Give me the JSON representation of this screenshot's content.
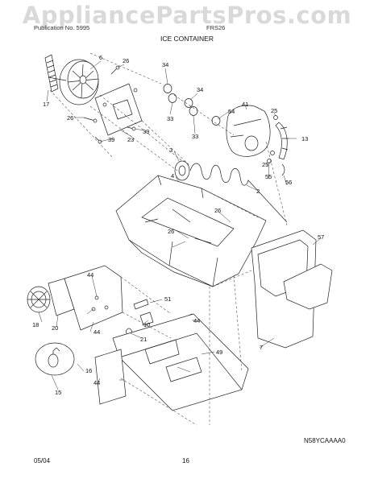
{
  "watermark": "AppliancePartsPros.com",
  "header": {
    "left_text": "Publication No. 5995",
    "right_text": "FRS26",
    "title": "ICE CONTAINER"
  },
  "callouts": [
    "6",
    "26",
    "17",
    "26",
    "39",
    "23",
    "39",
    "34",
    "33",
    "34",
    "33",
    "54",
    "41",
    "25",
    "13",
    "3",
    "25",
    "55",
    "56",
    "4",
    "2",
    "26",
    "57",
    "26",
    "44",
    "51",
    "18",
    "20",
    "10",
    "44",
    "21",
    "44",
    "49",
    "16",
    "15",
    "44",
    "7"
  ],
  "drawing_code": "N58YCAAAA0",
  "footer": {
    "date": "05/04",
    "page": "16"
  }
}
